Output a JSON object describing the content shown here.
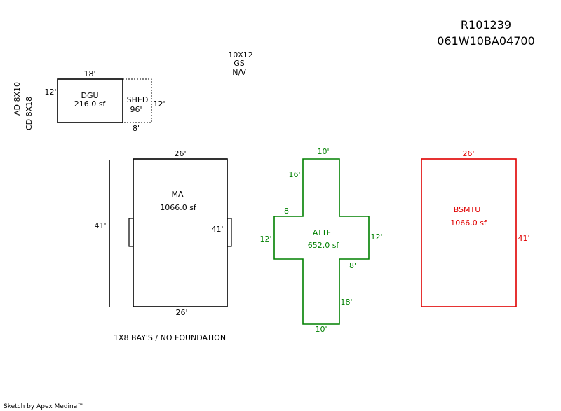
{
  "header": {
    "parcel_id": "R101239",
    "map_number": "061W10BA04700"
  },
  "side_notes": {
    "note_1": "AD 8X10",
    "note_2": "CD 8X18"
  },
  "shed_note": {
    "line_1": "10X12",
    "line_2": "GS",
    "line_3": "N/V"
  },
  "dgu": {
    "name": "DGU",
    "area": "216.0 sf",
    "top_dim": "18'",
    "left_dim": "12'"
  },
  "shed": {
    "name": "SHED",
    "area": "96'",
    "right_dim": "12'",
    "bottom_dim": "8'"
  },
  "ma": {
    "name": "MA",
    "area": "1066.0 sf",
    "top_dim": "26'",
    "bottom_dim": "26'",
    "left_dim": "41'",
    "right_dim": "41'",
    "note": "1X8  BAY'S / NO FOUNDATION"
  },
  "attf": {
    "name": "ATTF",
    "area": "652.0 sf",
    "dim_top": "10'",
    "dim_upper_left": "16'",
    "dim_arm_top": "8'",
    "dim_left": "12'",
    "dim_right": "12'",
    "dim_arm_bottom": "8'",
    "dim_lower_right": "18'",
    "dim_bottom": "10'"
  },
  "bsmtu": {
    "name": "BSMTU",
    "area": "1066.0 sf",
    "top_dim": "26'",
    "right_dim": "41'"
  },
  "footer": {
    "credit": "Sketch by Apex Medina™"
  },
  "colors": {
    "ink": "#000000",
    "attf": "#008000",
    "bsmtu": "#e00000"
  }
}
